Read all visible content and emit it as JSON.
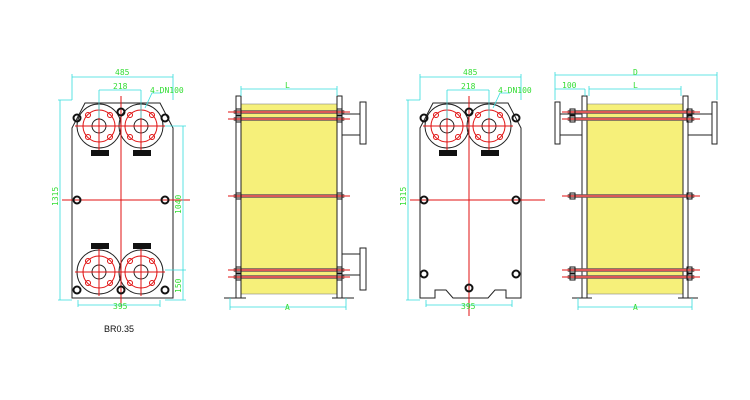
{
  "views": {
    "front_a": {
      "width": "485",
      "port_spacing": "218",
      "nozzle": "4-DN100",
      "height": "1315",
      "port_vertical": "1040",
      "bottom_offset": "150",
      "foot_span": "395",
      "model": "BR0.35"
    },
    "side_a": {
      "length": "L",
      "frame_span": "A"
    },
    "front_b": {
      "width": "485",
      "port_spacing": "218",
      "nozzle": "4-DN100",
      "height": "1315",
      "foot_span": "395"
    },
    "side_b": {
      "overall": "D",
      "nozzle_length": "100",
      "length": "L",
      "frame_span": "A"
    }
  },
  "colors": {
    "plate_pack": "#f6f07a",
    "centerline": "#e01010",
    "dimension": "#33dddd",
    "dimension_text": "#33dd33"
  }
}
